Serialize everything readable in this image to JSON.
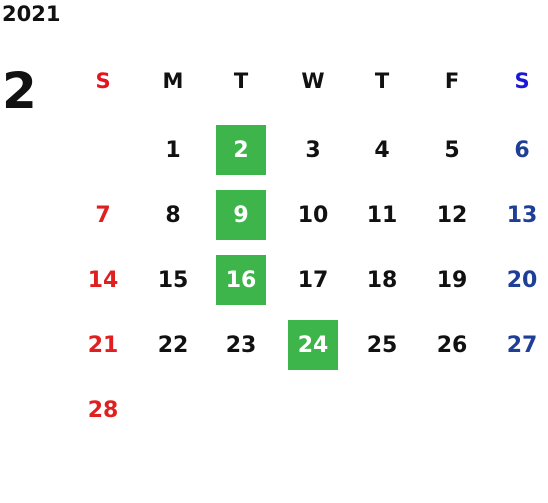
{
  "calendar": {
    "year": "2021",
    "month": "2",
    "weekdays": [
      "S",
      "M",
      "T",
      "W",
      "T",
      "F",
      "S"
    ],
    "weeks": [
      [
        "",
        "1",
        "2",
        "3",
        "4",
        "5",
        "6"
      ],
      [
        "7",
        "8",
        "9",
        "10",
        "11",
        "12",
        "13"
      ],
      [
        "14",
        "15",
        "16",
        "17",
        "18",
        "19",
        "20"
      ],
      [
        "21",
        "22",
        "23",
        "24",
        "25",
        "26",
        "27"
      ],
      [
        "28",
        "",
        "",
        "",
        "",
        "",
        ""
      ]
    ],
    "highlighted_days": [
      "2",
      "9",
      "16",
      "24"
    ]
  },
  "colors": {
    "highlight_bg": "#3db54a",
    "sunday_header": "#e6141e",
    "saturday_header": "#1a1ad6",
    "sunday_day": "#e02020",
    "saturday_day": "#1f3f97",
    "default_text": "#111111"
  }
}
